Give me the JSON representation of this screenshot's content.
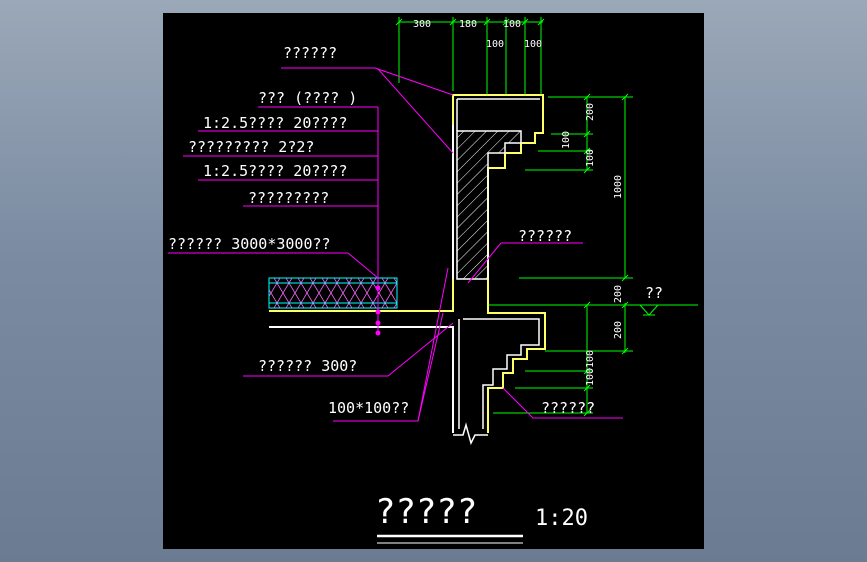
{
  "colors": {
    "background": "#000000",
    "desktop": "#7b8ba1",
    "leader": "#ff00ff",
    "outline": "#ffff66",
    "dimension": "#00ff00",
    "insulation": "#00ffff",
    "text": "#ffffff",
    "hatch": "#ffffff"
  },
  "drawing": {
    "title": "?????",
    "scale": "1:20",
    "labels": {
      "coping": "??????",
      "layer1": "??? (???? )",
      "layer2": "1:2.5???? 20????",
      "layer3": "?????????  2?2?",
      "layer4": "1:2.5???? 20????",
      "layer5": "?????????",
      "layer6": "?????? 3000*3000??",
      "wall": "??????",
      "level": "??",
      "layer7": "?????? 300?",
      "chamfer": "100*100??",
      "drip": "??????"
    },
    "dimensions": {
      "top": [
        "300",
        "180",
        "100",
        "100",
        "100"
      ],
      "right": [
        "200",
        "100",
        "100",
        "1000",
        "200",
        "200",
        "100",
        "100"
      ]
    }
  }
}
